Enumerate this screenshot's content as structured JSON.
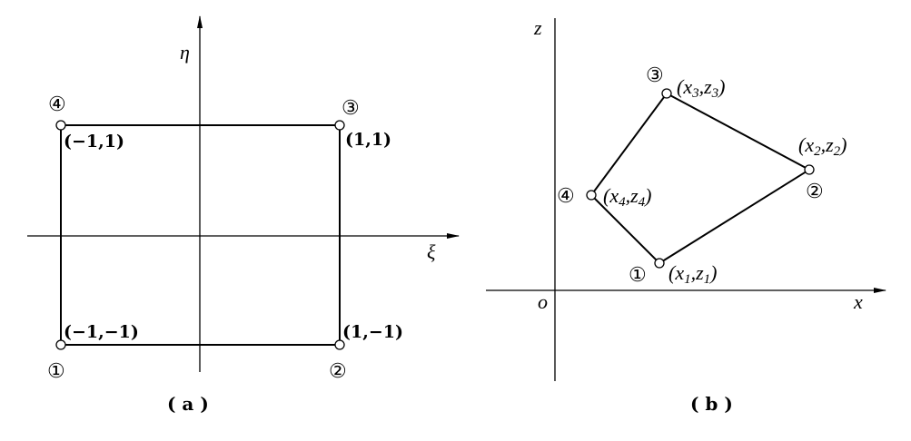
{
  "panel_a": {
    "caption": "( a )",
    "axis_h": "ξ",
    "axis_v": "η",
    "nodes": [
      {
        "num": "①",
        "coord": "(−1,−1)"
      },
      {
        "num": "②",
        "coord": "(1,−1)"
      },
      {
        "num": "③",
        "coord": "(1,1)"
      },
      {
        "num": "④",
        "coord": "(−1,1)"
      }
    ]
  },
  "panel_b": {
    "caption": "( b )",
    "axis_h": "x",
    "axis_v": "z",
    "origin": "o",
    "nodes": [
      {
        "num": "①",
        "x": "x",
        "z": "z",
        "sub": "1"
      },
      {
        "num": "②",
        "x": "x",
        "z": "z",
        "sub": "2"
      },
      {
        "num": "③",
        "x": "x",
        "z": "z",
        "sub": "3"
      },
      {
        "num": "④",
        "x": "x",
        "z": "z",
        "sub": "4"
      }
    ]
  }
}
